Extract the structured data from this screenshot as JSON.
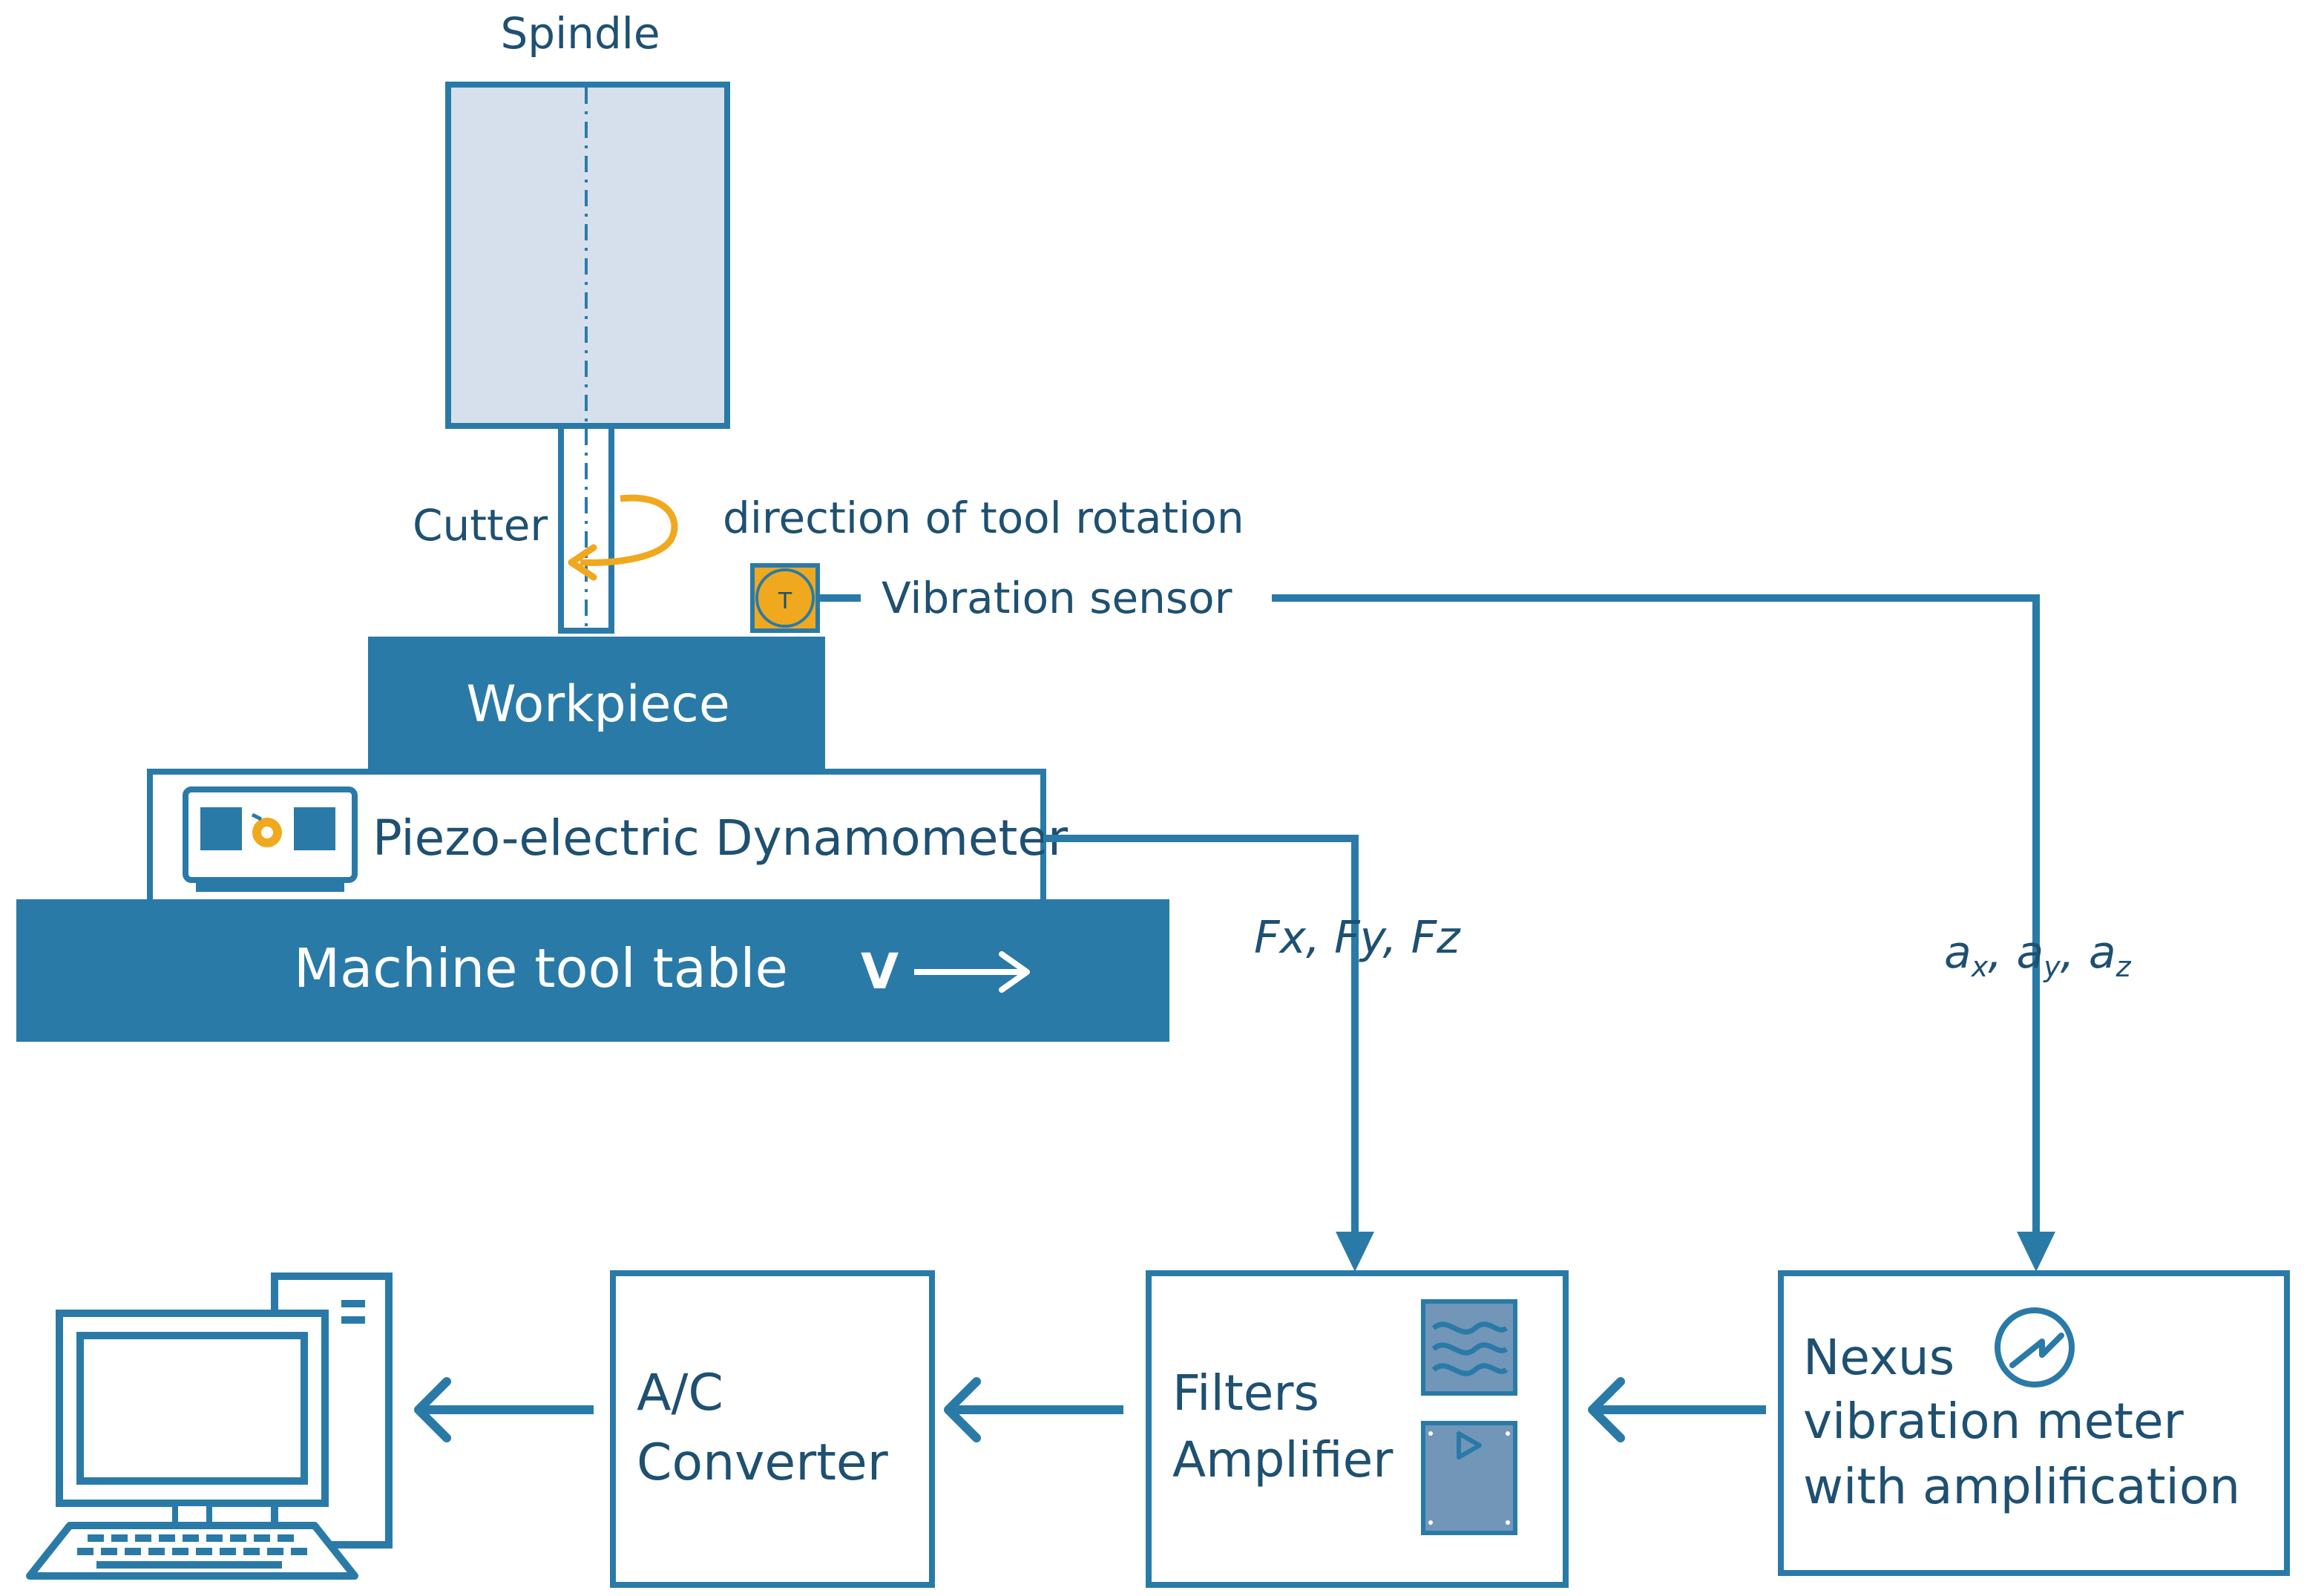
{
  "colors": {
    "primary": "#2a7aa8",
    "text": "#1e5071",
    "spindle_fill": "#d6e0ec",
    "accent_orange": "#f0a81e",
    "icon_fill": "#7196b8",
    "white": "#ffffff"
  },
  "labels": {
    "spindle": "Spindle",
    "cutter": "Cutter",
    "rotation": "direction of tool rotation",
    "vibration_sensor": "Vibration sensor",
    "sensor_letter": "T",
    "workpiece": "Workpiece",
    "dynamometer": "Piezo-electric Dynamometer",
    "machine_table": "Machine tool table",
    "feed_v": "V",
    "forces": "Fx, Fy, Fz",
    "accel_a1": "a",
    "accel_sub1": "x",
    "accel_a2": "a",
    "accel_sub2": "y",
    "accel_a3": "a",
    "accel_sub3": "z",
    "accel_sep": ", "
  },
  "boxes": {
    "ac_converter": [
      "A/C",
      "Converter"
    ],
    "filters_amplifier": [
      "Filters",
      "Amplifier"
    ],
    "nexus": [
      "Nexus",
      "vibration meter",
      "with amplification"
    ]
  },
  "icons": [
    "rotation-arrow-icon",
    "vibration-sensor-icon",
    "dynamometer-device-icon",
    "feed-arrow-icon",
    "filter-wave-icon",
    "amplifier-icon",
    "vibration-meter-gauge-icon",
    "computer-icon"
  ]
}
